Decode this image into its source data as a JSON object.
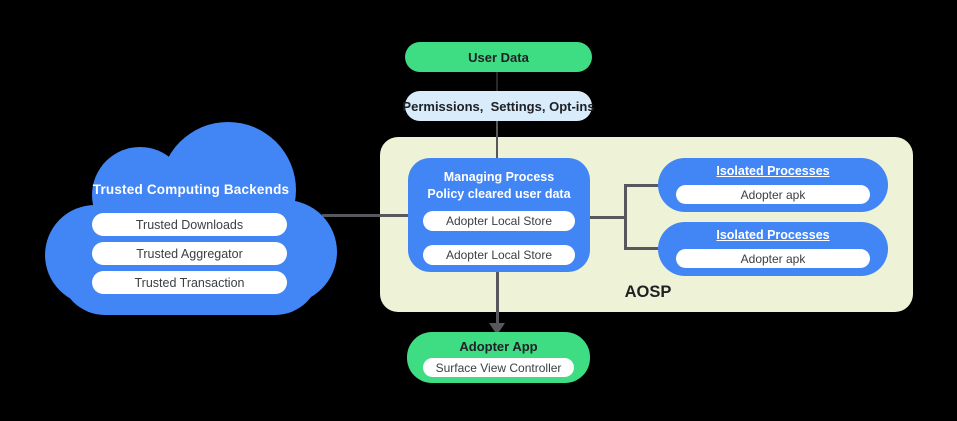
{
  "user_data": {
    "label": "User Data"
  },
  "permissions": {
    "label": "Permissions,  Settings, Opt-ins"
  },
  "cloud": {
    "title": "Trusted Computing Backends",
    "items": [
      "Trusted Downloads",
      "Trusted Aggregator",
      "Trusted Transaction"
    ]
  },
  "aosp": {
    "label": "AOSP",
    "managing": {
      "title_line1": "Managing Process",
      "title_line2": "Policy cleared user data",
      "stores": [
        "Adopter Local Store",
        "Adopter Local Store"
      ]
    },
    "isolated": [
      {
        "title": "Isolated Processes",
        "item": "Adopter apk"
      },
      {
        "title": "Isolated Processes",
        "item": "Adopter apk"
      }
    ]
  },
  "adopter_app": {
    "title": "Adopter App",
    "item": "Surface View Controller"
  },
  "colors": {
    "green": "#3edc83",
    "blue": "#4285f4",
    "light_blue": "#d8ecfb",
    "pale_green": "#eef3d8",
    "line_gray": "#56585b",
    "text_dark": "#202124",
    "text_gray": "#3c4043",
    "background": "#000000"
  }
}
